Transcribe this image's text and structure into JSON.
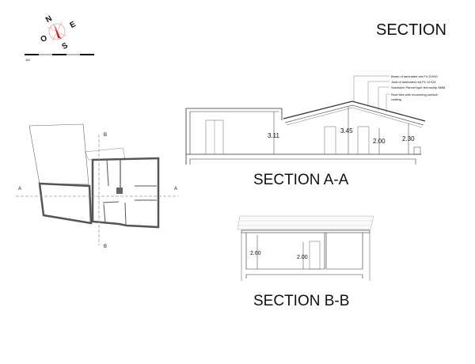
{
  "title": "SECTION",
  "compass": {
    "north": "N",
    "east": "E",
    "south": "S",
    "west": "O",
    "needle_color": "#e02020"
  },
  "scale_bar": {
    "label": "1M"
  },
  "plan": {
    "section_a_label": "A",
    "section_b_label": "B"
  },
  "section_aa": {
    "title": "SECTION  A-A",
    "dimensions": [
      "3.11",
      "3.45",
      "2.00",
      "2.30"
    ],
    "annotations": [
      "Beam of laminated red Fir 20X40",
      "Joist of laminated red Fir 12X24",
      "Sandwich Pannel type termochip 8MM",
      "Roof tiles with recovering surface",
      "coating"
    ]
  },
  "section_bb": {
    "title": "SECTION  B-B",
    "dimensions": [
      "2.60",
      "2.00"
    ]
  }
}
